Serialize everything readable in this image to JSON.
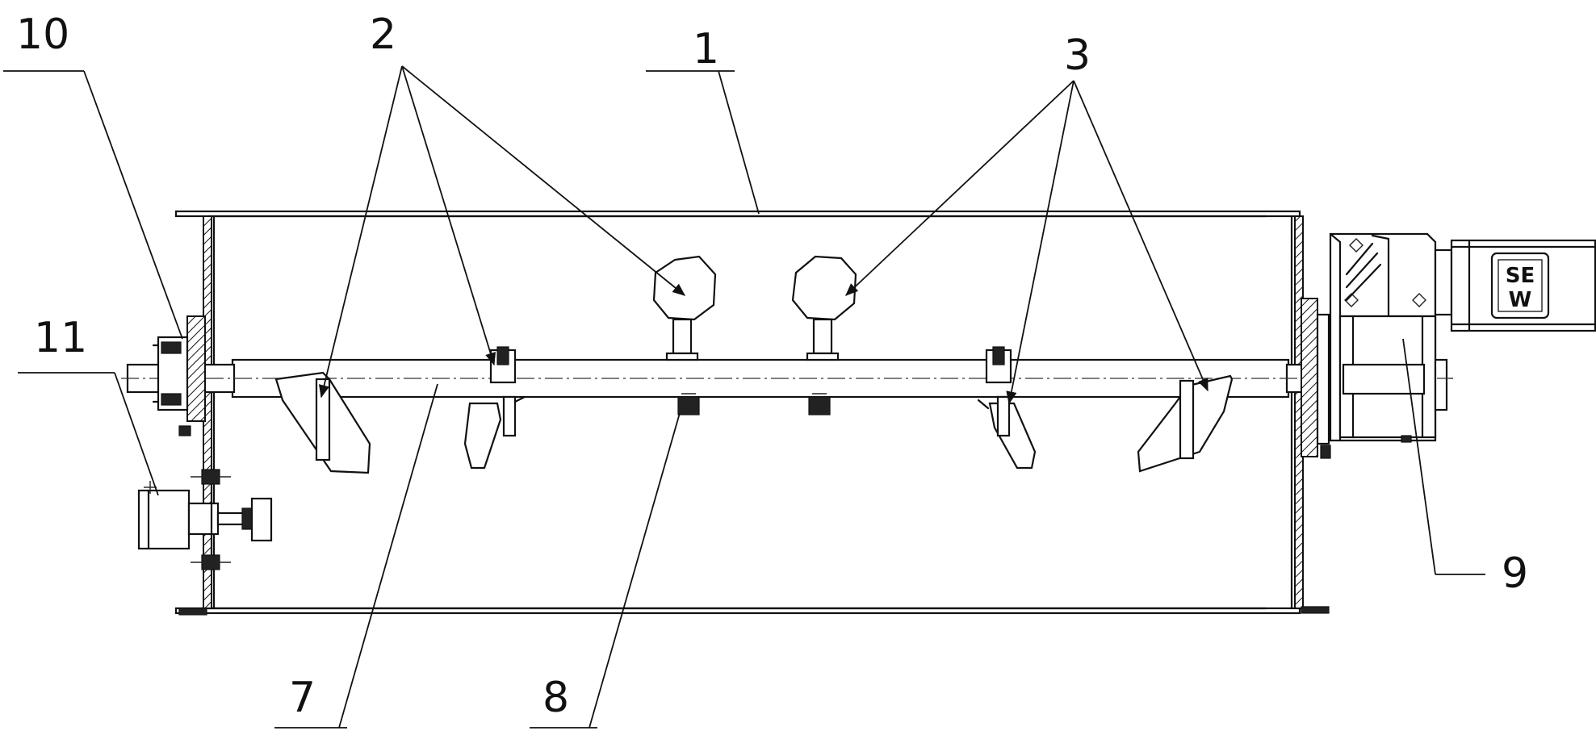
{
  "labels": {
    "l1": "1",
    "l2": "2",
    "l3": "3",
    "l7": "7",
    "l8": "8",
    "l9": "9",
    "l10": "10",
    "l11": "11"
  },
  "motor_logo": {
    "top": "SE",
    "bottom": "W"
  }
}
